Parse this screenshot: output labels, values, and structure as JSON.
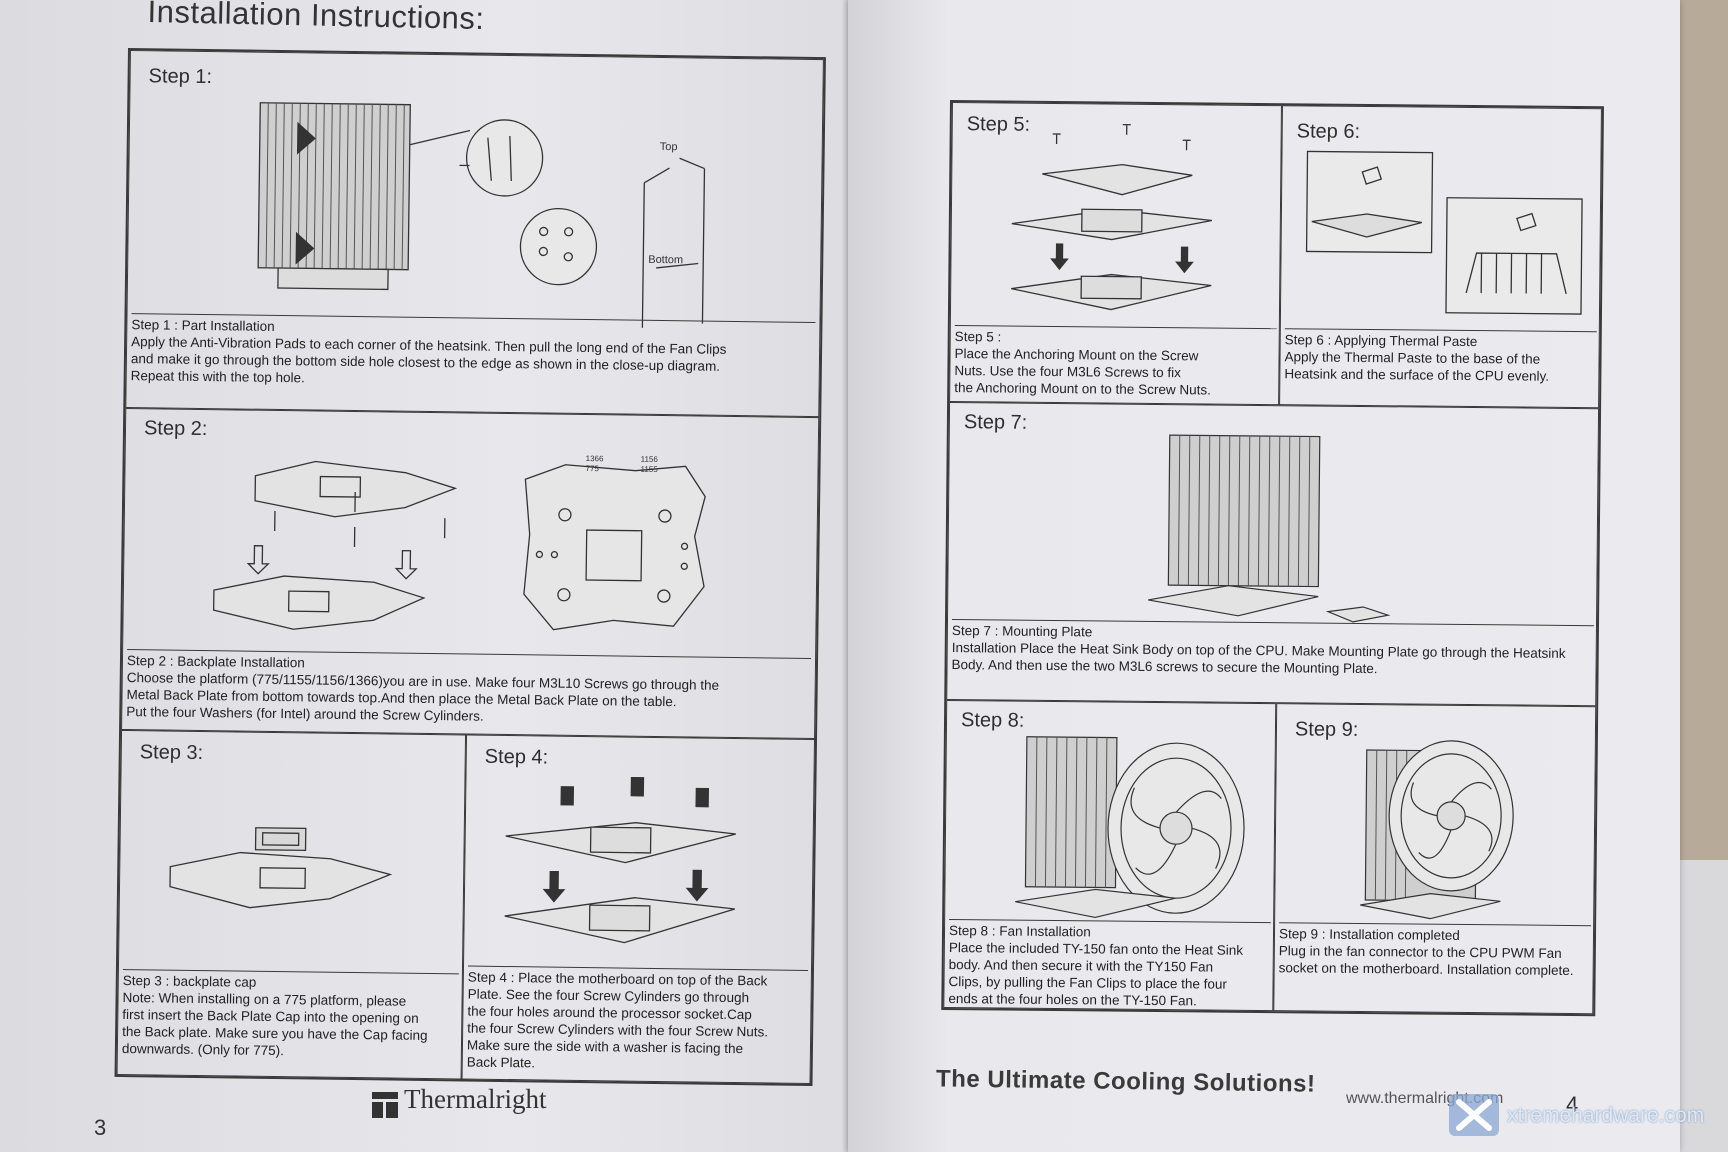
{
  "left_page": {
    "heading": "Installation Instructions:",
    "page_number": "3",
    "brand": "Thermalright",
    "steps": [
      {
        "title": "Step 1:",
        "caption_title": "Step 1 : Part Installation",
        "caption_lines": [
          "Apply the Anti-Vibration Pads to each corner of the heatsink.  Then pull the long end of the Fan Clips",
          "and make it go through the bottom side hole closest to the edge as shown in the close-up diagram.",
          "Repeat this with the top hole."
        ],
        "labels": {
          "top": "Top",
          "bottom": "Bottom"
        }
      },
      {
        "title": "Step 2:",
        "caption_title": "Step 2 :  Backplate Installation",
        "caption_lines": [
          "Choose the platform (775/1155/1156/1366)you are in use.  Make four M3L10 Screws go through the",
          "Metal Back Plate from bottom towards top.And then place the Metal Back Plate on the table.",
          "Put the four Washers (for Intel) around the Screw Cylinders."
        ],
        "labels": {
          "a": "1366",
          "b": "775",
          "c": "1156",
          "d": "1155"
        }
      },
      {
        "title": "Step 3:",
        "caption_title": "Step 3 :   backplate cap",
        "caption_lines": [
          "Note: When installing on a 775 platform, please",
          "first insert the Back Plate Cap into the opening on",
          "the Back plate. Make sure you have the Cap facing",
          "downwards. (Only for 775)."
        ]
      },
      {
        "title": "Step 4:",
        "caption_title": "Step 4 : Place the motherboard on top of the Back",
        "caption_lines": [
          "Plate. See the four Screw Cylinders go through",
          "the four holes around the processor socket.Cap",
          "the four Screw Cylinders with the four Screw Nuts.",
          "Make sure the side with a washer is facing the",
          "Back Plate."
        ]
      }
    ]
  },
  "right_page": {
    "page_number": "4",
    "slogan": "The Ultimate Cooling Solutions!",
    "url": "www.thermalright.com",
    "watermark": "xtremehardware.com",
    "steps": [
      {
        "title": "Step 5:",
        "caption_title": "Step 5 :",
        "caption_lines": [
          "Place the Anchoring Mount on the Screw",
          "Nuts.  Use the four M3L6 Screws to fix",
          "the Anchoring Mount on to the Screw Nuts."
        ]
      },
      {
        "title": "Step 6:",
        "caption_title": "Step 6 : Applying Thermal Paste",
        "caption_lines": [
          "Apply the Thermal Paste to the base of the",
          "Heatsink and the surface of the CPU evenly."
        ]
      },
      {
        "title": "Step 7:",
        "caption_title": "Step 7 : Mounting Plate",
        "caption_lines": [
          "Installation  Place the Heat Sink Body on top of the CPU. Make Mounting Plate go through the Heatsink",
          "Body. And then use the two M3L6 screws to secure the Mounting Plate."
        ]
      },
      {
        "title": "Step 8:",
        "caption_title": "Step 8 : Fan Installation",
        "caption_lines": [
          "Place the included TY-150 fan onto the Heat Sink",
          "body.  And then secure it with the TY150 Fan",
          "Clips, by pulling the Fan Clips to place the four",
          "ends at the four holes on the TY-150 Fan."
        ]
      },
      {
        "title": "Step 9:",
        "caption_title": "Step 9 : Installation completed",
        "caption_lines": [
          "Plug in the fan connector to the CPU PWM Fan",
          "socket on the motherboard. Installation complete."
        ]
      }
    ]
  }
}
